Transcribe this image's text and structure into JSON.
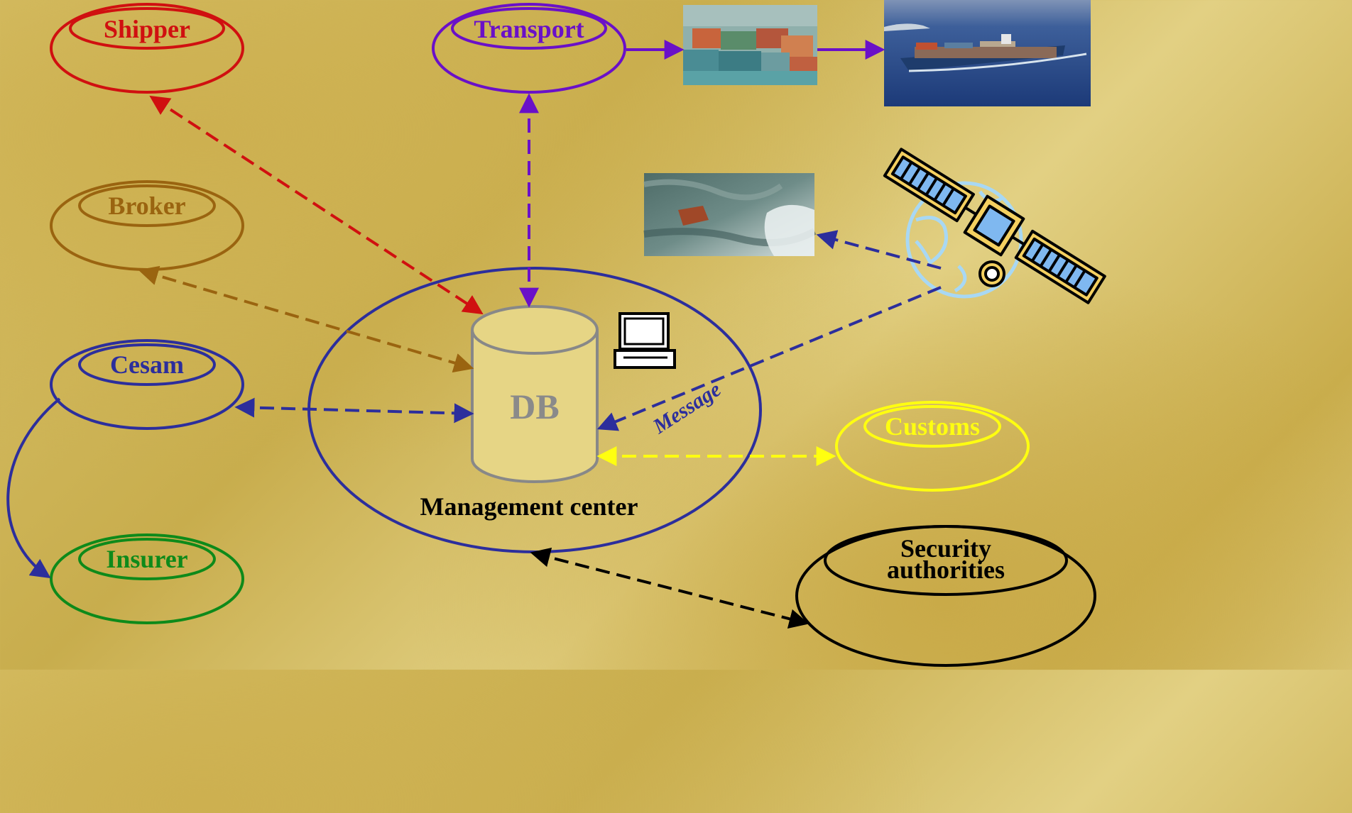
{
  "nodes": {
    "shipper": {
      "label": "Shipper",
      "color": "#d01010"
    },
    "transport": {
      "label": "Transport",
      "color": "#6a10c8"
    },
    "broker": {
      "label": "Broker",
      "color": "#9a6410"
    },
    "cesam": {
      "label": "Cesam",
      "color": "#2c2e9c"
    },
    "insurer": {
      "label": "Insurer",
      "color": "#0e8a1a"
    },
    "customs": {
      "label": "Customs",
      "color": "#ffff10"
    },
    "security": {
      "label_line1": "Security",
      "label_line2": "authorities",
      "color": "#000000"
    }
  },
  "center": {
    "db_label": "DB",
    "title": "Management center",
    "color": "#2c2e9c"
  },
  "message_label": "Message",
  "icons": [
    "computer-icon",
    "satellite-icon",
    "globe-icon"
  ],
  "images": [
    "container-stack-image",
    "container-ship-image",
    "sea-debris-image"
  ]
}
